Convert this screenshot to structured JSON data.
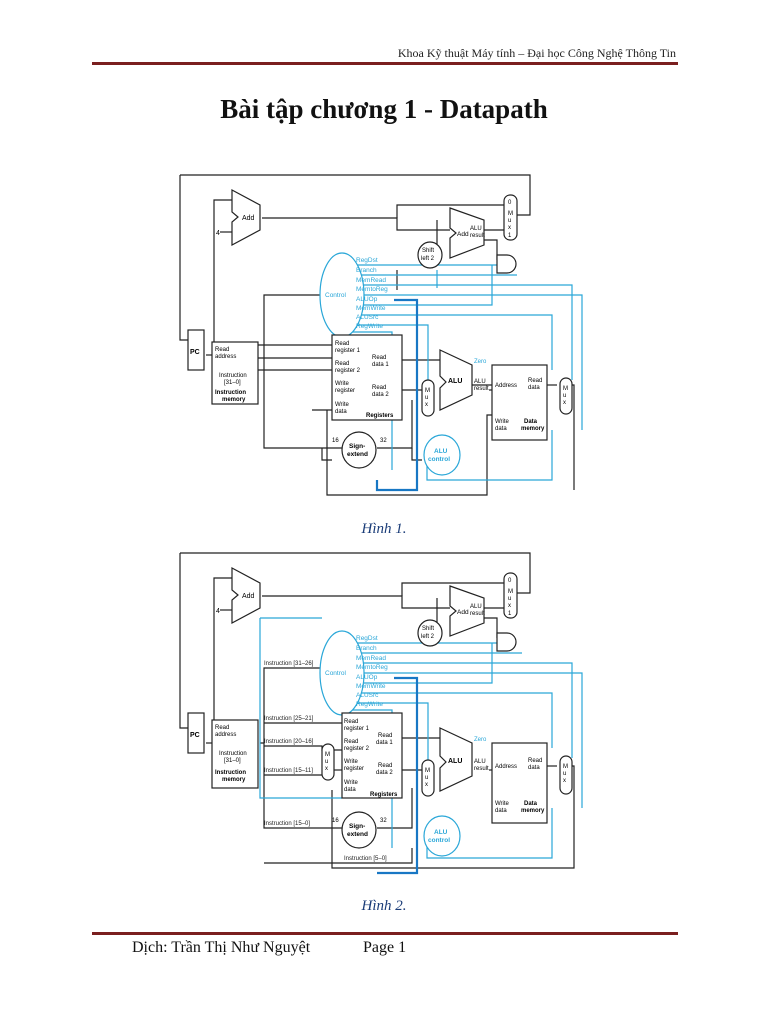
{
  "header": {
    "text": "Khoa Kỹ thuật Máy tính – Đại học Công Nghệ Thông Tin"
  },
  "title": "Bài tập chương 1 - Datapath",
  "figures": [
    {
      "caption": "Hình 1.",
      "labels": {
        "add": "Add",
        "four": "4",
        "add_alu": "Add",
        "alu_result_top": "ALU",
        "alu_result_top2": "result",
        "shift": "Shift",
        "shift2": "left 2",
        "mux_top": "M u x",
        "mux_top_0": "0",
        "mux_top_1": "1",
        "control": "Control",
        "regdst": "RegDst",
        "branch": "Branch",
        "memread": "MemRead",
        "memtoreg": "MemtoReg",
        "aluop": "ALUOp",
        "memwrite": "MemWrite",
        "alusrc": "ALUSrc",
        "regwrite": "RegWrite",
        "pc": "PC",
        "read_address": "Read",
        "read_address2": "address",
        "instruction": "Instruction",
        "instruction_bits": "[31–0]",
        "imem": "Instruction",
        "imem2": "memory",
        "rr1": "Read",
        "rr1b": "register 1",
        "rr2": "Read",
        "rr2b": "register 2",
        "wr": "Write",
        "wrb": "register",
        "wd": "Write",
        "wdb": "data",
        "registers": "Registers",
        "rd1": "Read",
        "rd1b": "data 1",
        "rd2": "Read",
        "rd2b": "data 2",
        "mux_alu": "M u x",
        "alu": "ALU",
        "zero": "Zero",
        "alu_result": "ALU",
        "alu_result2": "result",
        "dm_address": "Address",
        "dm_read": "Read",
        "dm_read2": "data",
        "dm_write": "Write",
        "dm_write2": "data",
        "dmem": "Data",
        "dmem2": "memory",
        "mux_dm": "M u x",
        "sign": "Sign-",
        "sign2": "extend",
        "sixteen": "16",
        "thirtytwo": "32",
        "aluctl": "ALU",
        "aluctl2": "control"
      }
    },
    {
      "caption": "Hình 2.",
      "labels": {
        "instr_31_26": "Instruction [31–26]",
        "instr_25_21": "Instruction [25–21]",
        "instr_20_16": "Instruction [20–16]",
        "instr_15_11": "Instruction [15–11]",
        "instr_15_0": "Instruction [15–0]",
        "instr_5_0": "Instruction [5–0]"
      }
    }
  ],
  "footer": {
    "translator": "Dịch: Trần Thị Như Nguyệt",
    "page": "Page 1"
  }
}
